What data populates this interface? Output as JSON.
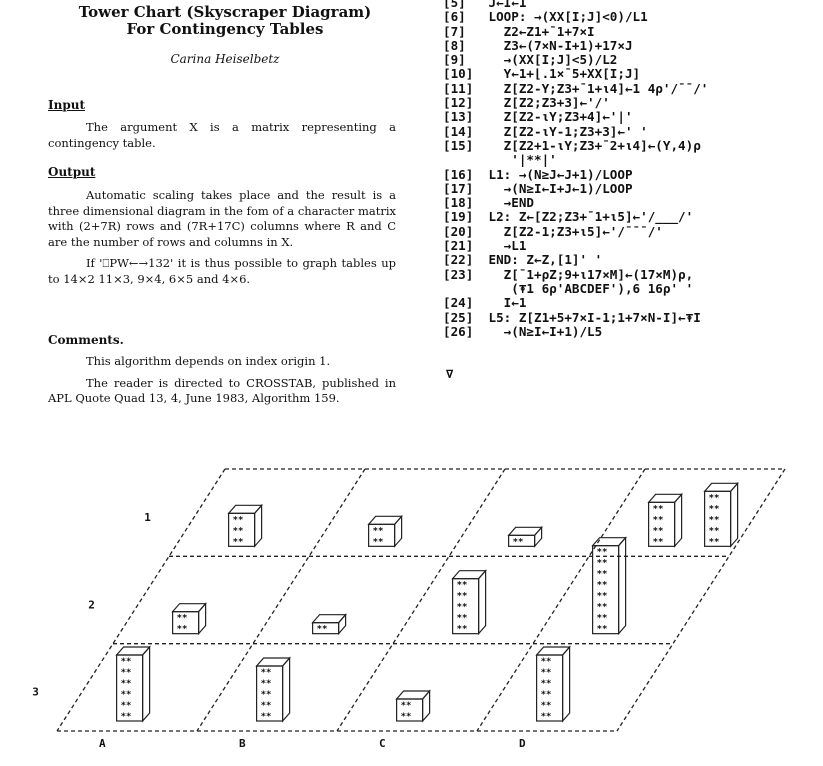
{
  "title": {
    "line1": "Tower Chart (Skyscraper Diagram)",
    "line2": "For Contingency Tables"
  },
  "author": "Carina Heiselbetz",
  "input": {
    "heading": "Input",
    "text": "The argument X is a matrix representing a contingency table."
  },
  "output": {
    "heading": "Output",
    "paragraph1": "Automatic scaling takes place and the result is a three dimensional diagram in the fom of a character matrix with (2+7R) rows and (7R+17C) columns where R and C are the number of rows and columns in X.",
    "paragraph2": "If '⎕PW←→132' it is thus possible to graph tables up to 14×2 11×3, 9×4, 6×5 and 4×6."
  },
  "comments": {
    "heading": "Comments.",
    "paragraph1": "This algorithm depends on index origin 1.",
    "paragraph2": "The reader is directed to CROSSTAB, published in APL Quote Quad 13, 4, June 1983, Algorithm 159."
  },
  "code_lines": [
    "[5]   J←I←1",
    "[6]   LOOP: →(XX[I;J]<0)/L1",
    "[7]     Z2←Z1+¯1+7×I",
    "[8]     Z3←(7×N-I+1)+17×J",
    "[9]     →(XX[I;J]<5)/L2",
    "[10]    Y←1+⌊.1×¯5+XX[I;J]",
    "[11]    Z[Z2-Y;Z3+¯1+⍳4]←1 4⍴'/¯¯/'",
    "[12]    Z[Z2;Z3+3]←'/'",
    "[13]    Z[Z2-⍳Y;Z3+4]←'|'",
    "[14]    Z[Z2-⍳Y-1;Z3+3]←' '",
    "[15]    Z[Z2+1-⍳Y;Z3+¯2+⍳4]←(Y,4)⍴",
    "         '|**|'",
    "[16]  L1: →(N≥J←J+1)/LOOP",
    "[17]    →(N≥I←I+J←1)/LOOP",
    "[18]    →END",
    "[19]  L2: Z←[Z2;Z3+¯1+⍳5]←'/___/'",
    "[20]    Z[Z2-1;Z3+⍳5]←'/¯¯¯/'",
    "[21]    →L1",
    "[22]  END: Z←Z,[1]' '",
    "[23]    Z[¯1+⍴Z;9+⍳17×M]←(17×M)⍴,",
    "         (⍕1 6⍴'ABCDEF'),6 16⍴' '",
    "[24]    I←1",
    "[25]  L5: Z[Z1+5+7×I-1;1+7×N-I]←⍕I",
    "[26]    →(N≥I←I+1)/L5"
  ],
  "del_symbol": "∇",
  "chart_data": {
    "type": "3d-bar",
    "rows": [
      "1",
      "2",
      "3"
    ],
    "columns": [
      "A",
      "B",
      "C",
      "D"
    ],
    "heights": [
      [
        3,
        2,
        1,
        4
      ],
      [
        2,
        1,
        5,
        8
      ],
      [
        6,
        5,
        2,
        6
      ]
    ],
    "extra_towers": [
      {
        "row": "1",
        "after_column": "D",
        "height": 5
      }
    ],
    "bar_fill_text": "**"
  }
}
